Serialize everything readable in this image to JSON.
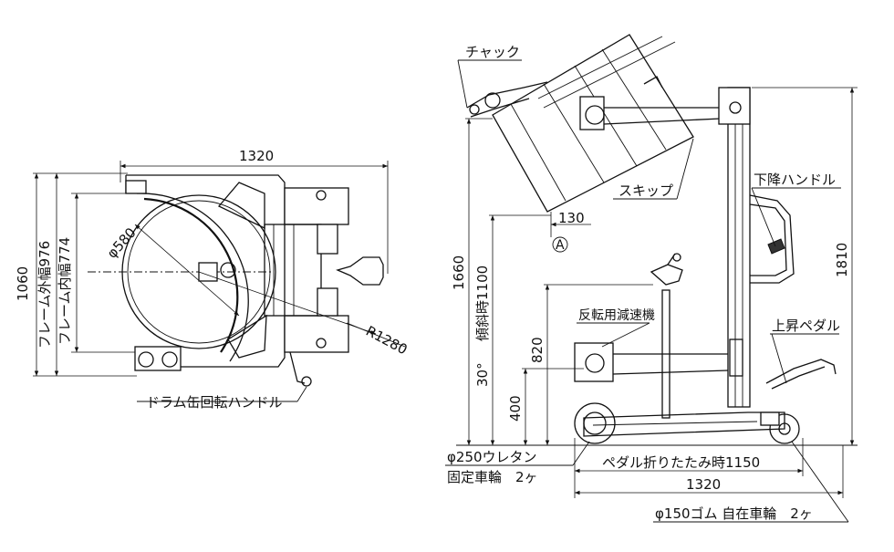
{
  "labels": {
    "chuck": "チャック",
    "skip": "スキップ",
    "lower_handle": "下降ハンドル",
    "reverse_reducer": "反転用減速機",
    "lift_pedal": "上昇ペダル",
    "drum_rotate_handle": "ドラム缶回転ハンドル",
    "urethane_wheel": "φ250ウレタン",
    "fixed_wheel": "固定車輪　2ヶ",
    "rubber_caster": "φ150ゴム  自在車輪　2ヶ",
    "pedal_folded": "ペダル折りたたみ時1150",
    "circle_a": "A",
    "angle": "30°"
  },
  "dimensions": {
    "top_width": "1320",
    "height_1060": "1060",
    "frame_outer": "フレーム外幅976",
    "frame_inner": "フレーム内幅774",
    "drum_dia": "φ580",
    "radius": "R1280",
    "offset_130": "130",
    "h_1660": "1660",
    "tilt_1100": "傾斜時1100",
    "h_820": "820",
    "h_400": "400",
    "h_1810": "1810",
    "side_1320": "1320"
  }
}
